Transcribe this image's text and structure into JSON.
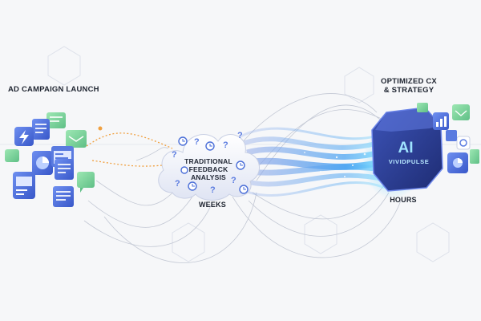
{
  "labels": {
    "campaign": "AD CAMPAIGN LAUNCH",
    "optimized_line1": "OPTIMIZED CX",
    "optimized_line2": "& STRATEGY",
    "cloud_line1": "TRADITIONAL",
    "cloud_line2": "FEEDBACK",
    "cloud_line3": "ANALYSIS",
    "weeks": "WEEKS",
    "hours": "HOURS"
  },
  "ai_box": {
    "ai_text": "AI",
    "brand": "VIVIDPULSE"
  },
  "icons": {
    "cloud_glyphs": [
      "clock-icon",
      "question-mark-icon"
    ],
    "left_cards": [
      "chat-bubble-icon",
      "lightning-icon",
      "pie-chart-icon",
      "document-icon",
      "browser-window-icon"
    ],
    "right_cards": [
      "bar-chart-icon",
      "document-icon",
      "chat-bubble-icon",
      "pie-chart-icon",
      "gear-icon"
    ]
  },
  "colors": {
    "background": "#f6f7f9",
    "accent_blue": "#3b6fe0",
    "accent_green": "#7fd49a",
    "accent_orange": "#f0a040",
    "ai_box": "#2a3d8f",
    "ai_glow": "#5ac8ff"
  }
}
